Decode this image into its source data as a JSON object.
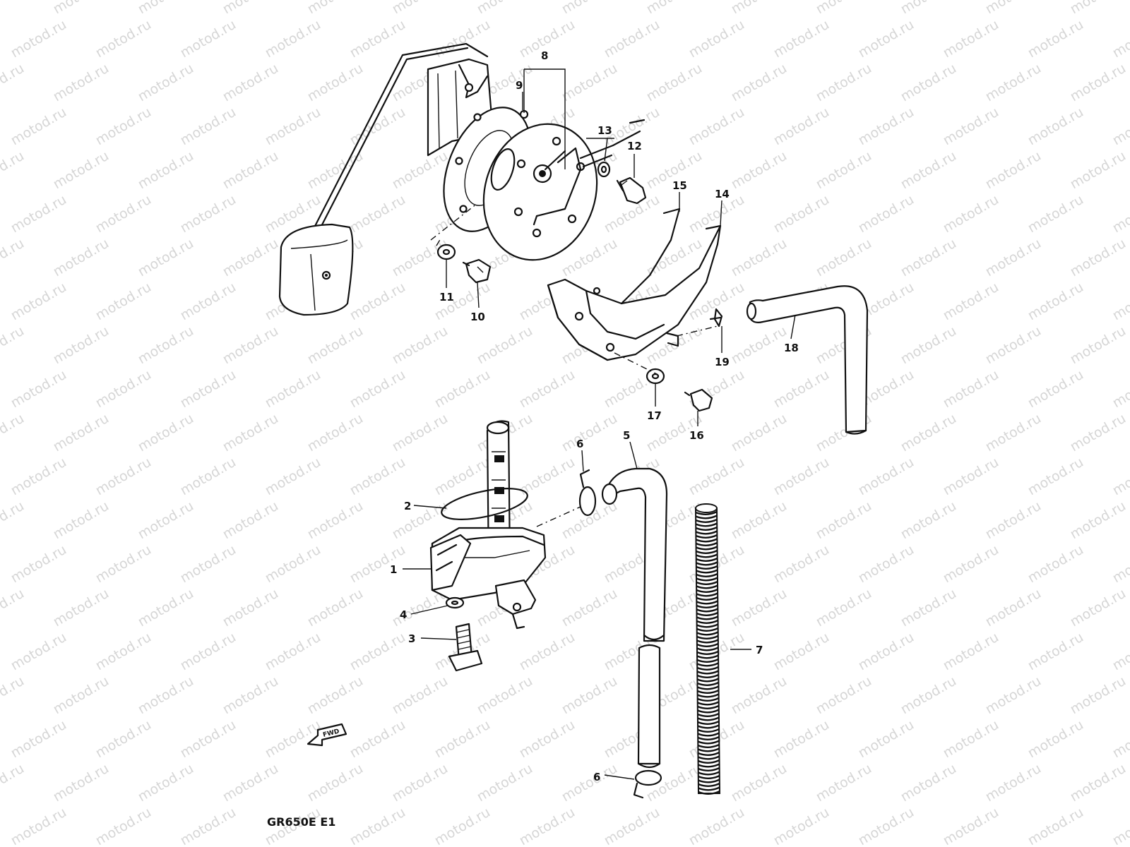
{
  "watermark": {
    "text": "motod.ru",
    "color": "#d6d6d6"
  },
  "diagram_code": "GR650E E1",
  "fwd_label": "FWD",
  "parts": [
    {
      "id": "1",
      "label": "1"
    },
    {
      "id": "2",
      "label": "2"
    },
    {
      "id": "3",
      "label": "3"
    },
    {
      "id": "4",
      "label": "4"
    },
    {
      "id": "5",
      "label": "5"
    },
    {
      "id": "6a",
      "label": "6"
    },
    {
      "id": "6b",
      "label": "6"
    },
    {
      "id": "7",
      "label": "7"
    },
    {
      "id": "8",
      "label": "8"
    },
    {
      "id": "9",
      "label": "9"
    },
    {
      "id": "10",
      "label": "10"
    },
    {
      "id": "11",
      "label": "11"
    },
    {
      "id": "12",
      "label": "12"
    },
    {
      "id": "13",
      "label": "13"
    },
    {
      "id": "14",
      "label": "14"
    },
    {
      "id": "15",
      "label": "15"
    },
    {
      "id": "16",
      "label": "16"
    },
    {
      "id": "17",
      "label": "17"
    },
    {
      "id": "18",
      "label": "18"
    },
    {
      "id": "19",
      "label": "19"
    }
  ]
}
